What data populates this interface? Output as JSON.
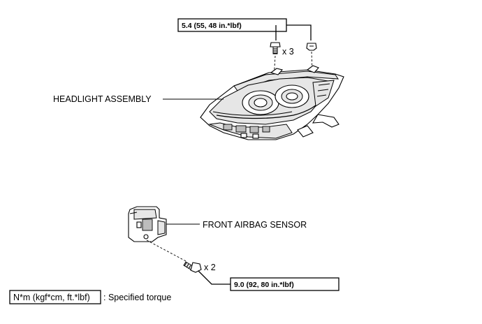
{
  "torque_top": "5.4 (55, 48 in.*lbf)",
  "torque_bottom": "9.0 (92, 80 in.*lbf)",
  "qty_top": "x 3",
  "qty_bottom": "x 2",
  "label_headlight": "HEADLIGHT ASSEMBLY",
  "label_sensor": "FRONT AIRBAG SENSOR",
  "legend": {
    "box": "N*m (kgf*cm, ft.*lbf)",
    "text": ": Specified torque"
  }
}
